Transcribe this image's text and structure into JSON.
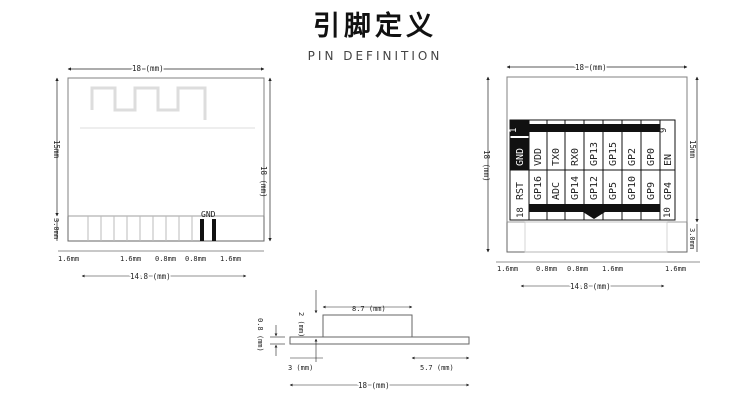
{
  "header": {
    "title": "引脚定义",
    "subtitle": "PIN DEFINITION"
  },
  "left_view": {
    "width_dim": "18 (mm)",
    "height_dim_left": "15mm",
    "height_dim_right": "18 (mm)",
    "pin_height_dim": "3.0mm",
    "gnd_label": "GND",
    "bottom_dims": [
      "1.6mm",
      "1.6mm",
      "0.8mm",
      "0.8mm",
      "1.6mm"
    ],
    "pitch_dim": "14.8 (mm)"
  },
  "right_view": {
    "width_dim": "18 (mm)",
    "height_dim_left": "18 (mm)",
    "height_dim_right": "15mm",
    "pin_height_dim": "3.0mm",
    "bottom_dims": [
      "1.6mm",
      "0.8mm",
      "0.8mm",
      "1.6mm",
      "1.6mm"
    ],
    "pitch_dim": "14.8 (mm)",
    "pin_numbers": [
      "1",
      "9",
      "18",
      "10"
    ],
    "top_row": [
      "GND",
      "VDD",
      "TX0",
      "RX0",
      "GP13",
      "GP15",
      "GP2",
      "GP0",
      "EN"
    ],
    "bottom_row": [
      "RST",
      "GP16",
      "ADC",
      "GP14",
      "GP12",
      "GP5",
      "GP10",
      "GP9",
      "GP4"
    ]
  },
  "side_view": {
    "top_dim": "8.7 (mm)",
    "height_dim": "2 (mm)",
    "board_dim": "0.8 (mm)",
    "left_dim": "3 (mm)",
    "right_dim": "5.7 (mm)",
    "total_dim": "18 (mm)"
  }
}
